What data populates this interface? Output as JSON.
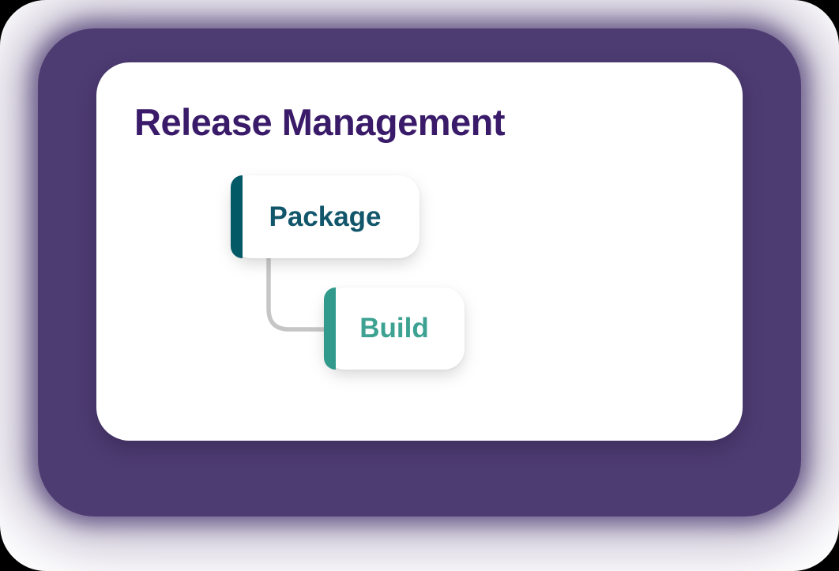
{
  "card": {
    "title": "Release Management",
    "nodes": [
      {
        "id": "package",
        "label": "Package"
      },
      {
        "id": "build",
        "label": "Build"
      }
    ]
  },
  "colors": {
    "page_corner": "#000000",
    "canvas_bg": "#ffffff",
    "purple_panel": "#4d3c72",
    "card_bg": "#ffffff",
    "title_text": "#3a1b69",
    "package_accent": "#045967",
    "package_text": "#12566b",
    "build_accent": "#319a8c",
    "build_text": "#3da292",
    "connector": "#c6c6c6"
  }
}
